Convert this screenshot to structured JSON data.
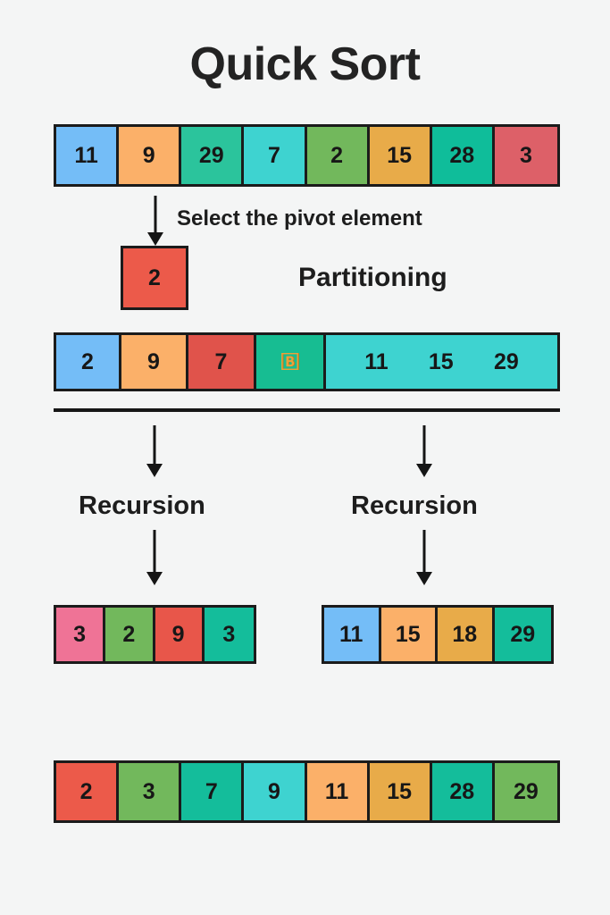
{
  "title": "Quick Sort",
  "background_color": "#f4f5f5",
  "labels": {
    "select_pivot": "Select the pivot element",
    "partitioning": "Partitioning",
    "recursion_left": "Recursion",
    "recursion_right": "Recursion"
  },
  "palette": {
    "blue": "#74bdf7",
    "orange": "#fbb069",
    "teal": "#2bc49c",
    "cyan": "#3ed3d0",
    "green": "#72b85c",
    "gold": "#e8ab49",
    "green_dark": "#0fbd9a",
    "rose": "#dd6068",
    "red": "#ec5a4a",
    "pink": "#ef7396",
    "outline": "#1b1b1b",
    "text": "#171717"
  },
  "rows": {
    "initial": {
      "name": "initial-array",
      "cells": [
        {
          "value": "11",
          "color": "#74bdf7"
        },
        {
          "value": "9",
          "color": "#fbb069"
        },
        {
          "value": "29",
          "color": "#2bc49c"
        },
        {
          "value": "7",
          "color": "#3ed3d0"
        },
        {
          "value": "2",
          "color": "#72b85c"
        },
        {
          "value": "15",
          "color": "#e8ab49"
        },
        {
          "value": "28",
          "color": "#0fbd9a"
        },
        {
          "value": "3",
          "color": "#dd6068"
        }
      ]
    },
    "pivot": {
      "name": "pivot-element",
      "cells": [
        {
          "value": "2",
          "color": "#ec5a4a"
        }
      ]
    },
    "partition": {
      "name": "partitioned-array",
      "cells": [
        {
          "value": "2",
          "color": "#74bdf7"
        },
        {
          "value": "9",
          "color": "#fbb069"
        },
        {
          "value": "7",
          "color": "#e0534b"
        },
        {
          "value": "🄱",
          "color": "#17bd92",
          "glyph": true
        },
        {
          "values": [
            "11",
            "15",
            "29"
          ],
          "color": "#3ed3d0",
          "wide": true
        }
      ]
    },
    "left_sub": {
      "name": "left-subarray",
      "cells": [
        {
          "value": "3",
          "color": "#ef7396"
        },
        {
          "value": "2",
          "color": "#72b85c"
        },
        {
          "value": "9",
          "color": "#e8564a"
        },
        {
          "value": "3",
          "color": "#14bd9b"
        }
      ]
    },
    "right_sub": {
      "name": "right-subarray",
      "cells": [
        {
          "value": "11",
          "color": "#74bdf7"
        },
        {
          "value": "15",
          "color": "#fbb069"
        },
        {
          "value": "18",
          "color": "#e8ab49"
        },
        {
          "value": "29",
          "color": "#14bd9b"
        }
      ]
    },
    "final": {
      "name": "sorted-array",
      "cells": [
        {
          "value": "2",
          "color": "#ec5a4a"
        },
        {
          "value": "3",
          "color": "#72b85c"
        },
        {
          "value": "7",
          "color": "#14bd9b"
        },
        {
          "value": "9",
          "color": "#3ed3d0"
        },
        {
          "value": "11",
          "color": "#fbb069"
        },
        {
          "value": "15",
          "color": "#e8ab49"
        },
        {
          "value": "28",
          "color": "#14bd9b"
        },
        {
          "value": "29",
          "color": "#72b85c"
        }
      ]
    }
  }
}
